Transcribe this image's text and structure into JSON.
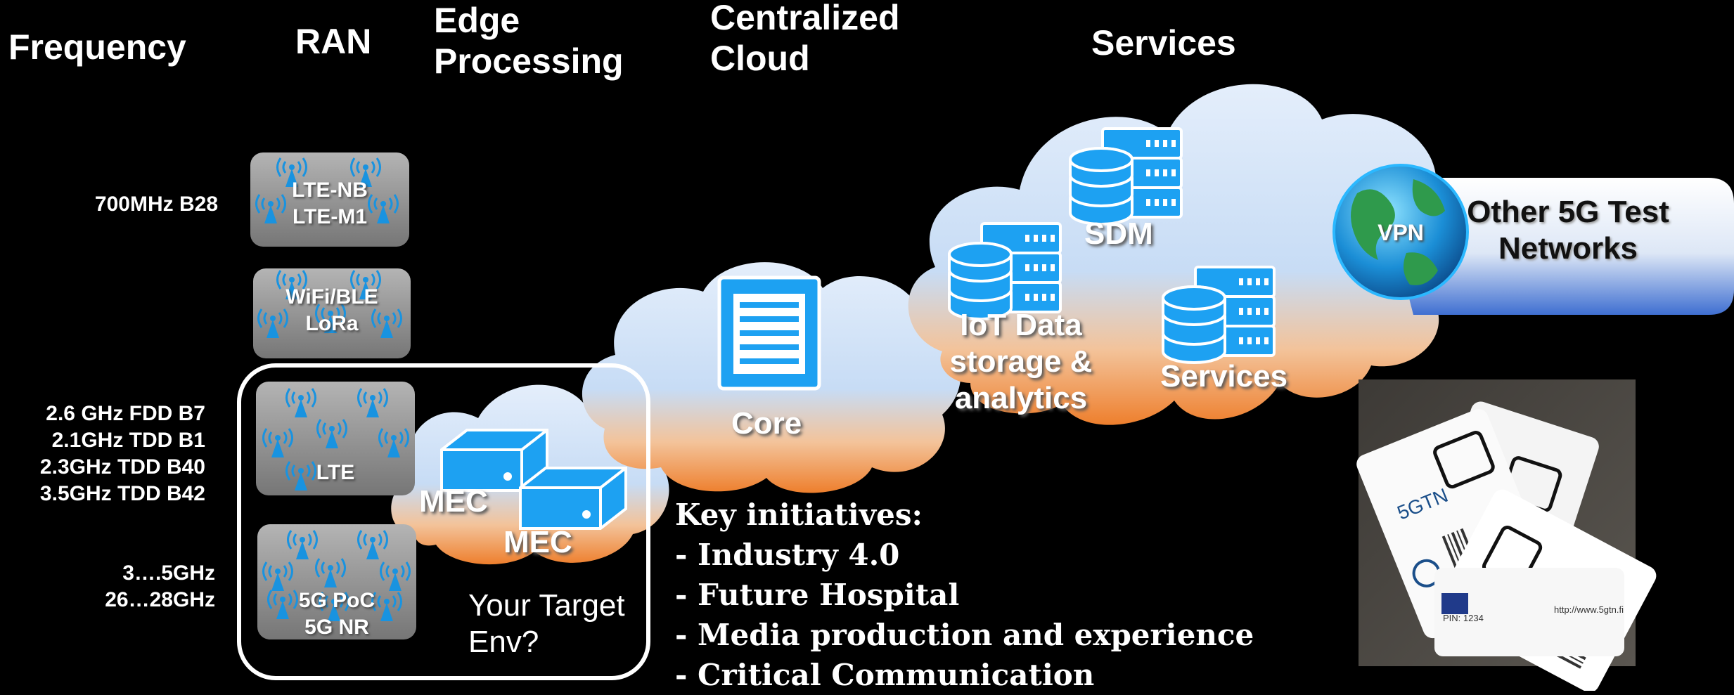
{
  "headers": {
    "frequency": "Frequency",
    "ran": "RAN",
    "edge": "Edge\nProcessing",
    "cloud": "Centralized\nCloud",
    "services": "Services"
  },
  "frequencies": {
    "band_700": "700MHz B28",
    "lte_bands": "2.6 GHz FDD B7\n2.1GHz TDD B1\n2.3GHz TDD B40\n3.5GHz TDD B42",
    "nr_bands": "3….5GHz\n26…28GHz"
  },
  "ran_boxes": {
    "nb": "LTE-NB\nLTE-M1",
    "wifi": "WiFi/BLE\nLoRa",
    "lte": "LTE",
    "nr": "5G PoC\n5G NR"
  },
  "edge": {
    "mec_1": "MEC",
    "mec_2": "MEC",
    "target": "Your Target\nEnv?"
  },
  "core": {
    "label": "Core"
  },
  "services_cloud": {
    "sdm": "SDM",
    "iot": "IoT Data\nstorage &\nanalytics",
    "services": "Services"
  },
  "vpn": {
    "label": "VPN",
    "networks": "Other 5G Test\nNetworks"
  },
  "key_initiatives": {
    "title": "Key initiatives:",
    "items": [
      "- Industry 4.0",
      "- Future Hospital",
      "- Media production and experience",
      "- Critical Communication"
    ]
  },
  "sim_photo": {
    "brand": "5GTN",
    "url": "http://www.5gtn.fi",
    "pin_label": "PIN:",
    "pin_value": "1234"
  },
  "colors": {
    "background": "#000000",
    "cloud_top": "#cfe2f7",
    "cloud_bottom": "#f28a3a",
    "icon_blue": "#1da1f2",
    "ran_box": "#8f8f8f"
  }
}
